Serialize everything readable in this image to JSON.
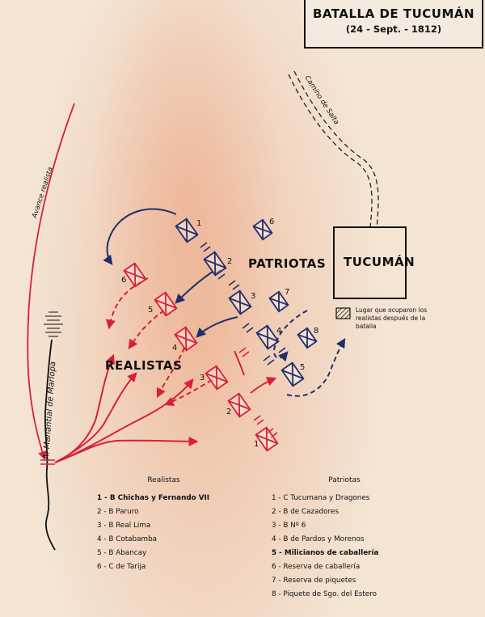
{
  "title": {
    "name": "BATALLA DE TUCUMÁN",
    "date": "(24 - Sept. - 1812)"
  },
  "labels": {
    "tucuman": "TUCUMÁN",
    "patriotas": "PATRIOTAS",
    "realistas": "REALISTAS",
    "camino": "Camino de Salta",
    "avance": "Avance realista",
    "manantial": "A. Manantial de Marlopa",
    "lugar_note": "Lugar que ocuparon los realistas después de la batalla"
  },
  "unit_numbers": {
    "patriot": [
      "1",
      "2",
      "3",
      "4",
      "5",
      "6",
      "7",
      "8"
    ],
    "royalist": [
      "1",
      "2",
      "3",
      "4",
      "5",
      "6"
    ]
  },
  "legend": {
    "realistas_title": "Realistas",
    "realistas": [
      {
        "text": "1 - B Chichas y Fernando VII",
        "bold": true
      },
      {
        "text": "2 - B Paruro",
        "bold": false
      },
      {
        "text": "3 - B Real Lima",
        "bold": false
      },
      {
        "text": "4 - B Cotabamba",
        "bold": false
      },
      {
        "text": "5 - B Abancay",
        "bold": false
      },
      {
        "text": "6 - C de Tarija",
        "bold": false
      }
    ],
    "patriotas_title": "Patriotas",
    "patriotas": [
      {
        "text": "1 - C Tucumana y Dragones",
        "bold": false
      },
      {
        "text": "2 - B de Cazadores",
        "bold": false
      },
      {
        "text": "3 - B Nº 6",
        "bold": false
      },
      {
        "text": "4 - B de Pardos y Morenos",
        "bold": false
      },
      {
        "text": "5 - Milicianos de caballería",
        "bold": true
      },
      {
        "text": "6 - Reserva de caballería",
        "bold": false
      },
      {
        "text": "7 - Reserva de piquetes",
        "bold": false
      },
      {
        "text": "8 - Piquete de Sgo. del Estero",
        "bold": false
      }
    ]
  },
  "colors": {
    "patriot": "#1f2f6b",
    "royalist": "#d81f3a",
    "ink": "#111111"
  }
}
